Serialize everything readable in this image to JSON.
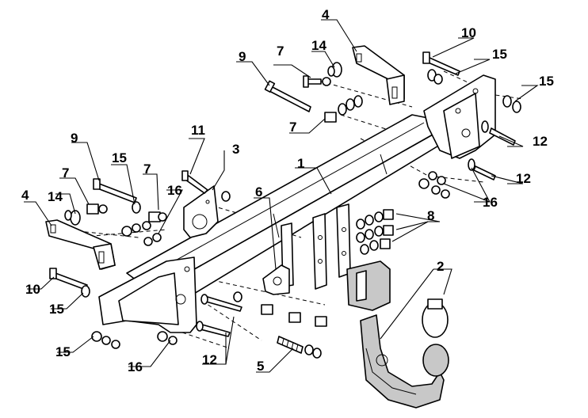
{
  "labels": {
    "n1": "1",
    "n2": "2",
    "n3": "3",
    "n4_top": "4",
    "n4_left": "4",
    "n5": "5",
    "n6": "6",
    "n7_top": "7",
    "n7_mid": "7",
    "n7_left": "7",
    "n7_center": "7",
    "n8": "8",
    "n9_top": "9",
    "n9_left": "9",
    "n10_top": "10",
    "n10_left": "10",
    "n11": "11",
    "n12_right_top": "12",
    "n12_right_bottom": "12",
    "n12_bottom": "12",
    "n14_top": "14",
    "n14_left": "14",
    "n15_top": "15",
    "n15_right": "15",
    "n15_left_top": "15",
    "n15_left_mid": "15",
    "n15_left_bottom": "15",
    "n16_right": "16",
    "n16_center": "16",
    "n16_bottom": "16"
  }
}
